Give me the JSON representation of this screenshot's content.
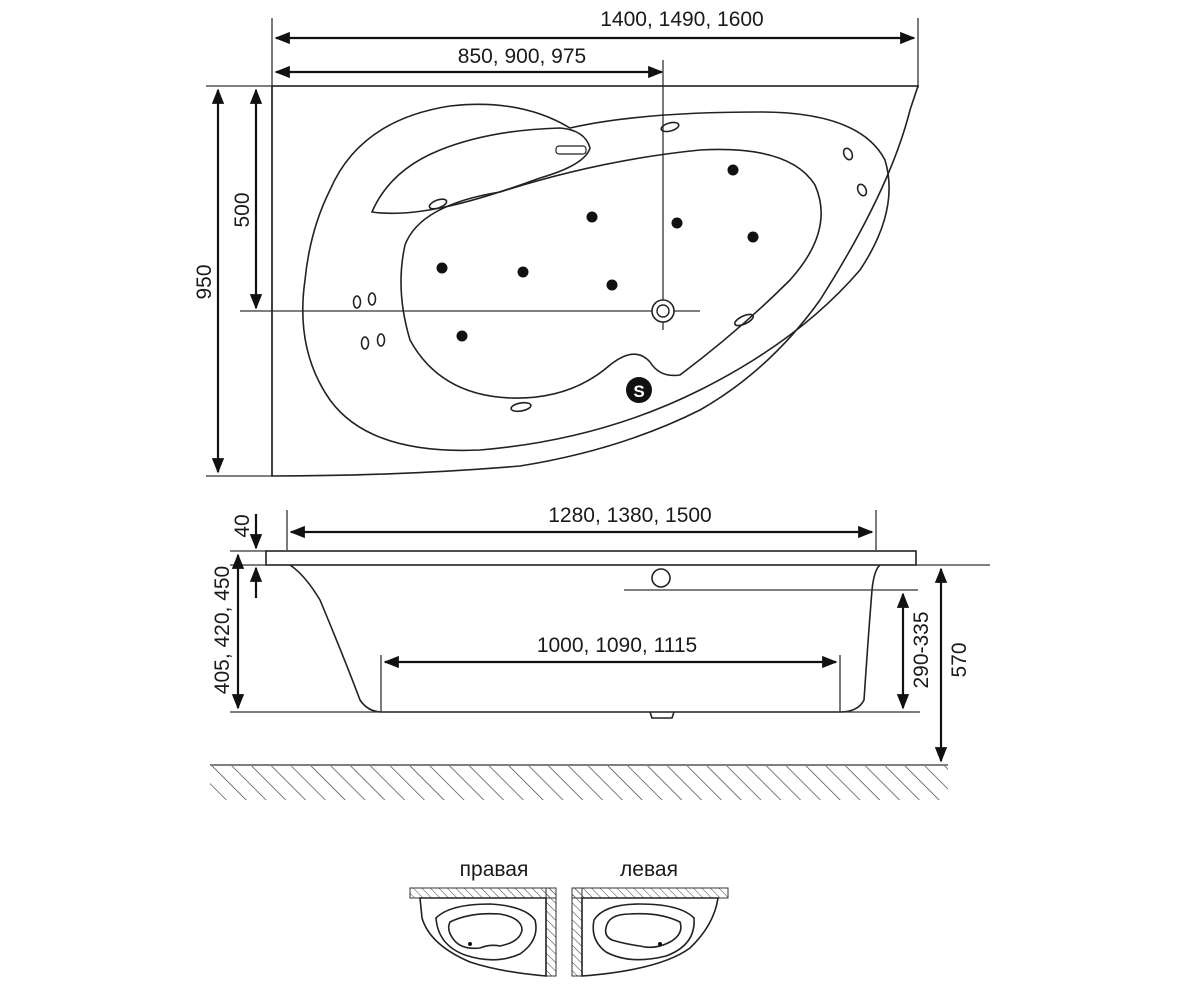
{
  "top_view": {
    "width_overall": "1400, 1490, 1600",
    "width_to_drain": "850, 900, 975",
    "depth_to_drain": "500",
    "depth_overall": "950",
    "corner_badge": "S"
  },
  "side_view": {
    "rim_width": "1280, 1380, 1500",
    "rim_thickness": "40",
    "bath_height": "405, 420, 450",
    "bottom_length": "1000, 1090, 1115",
    "overflow_height": "290-335",
    "total_height": "570"
  },
  "variants": {
    "right_label": "правая",
    "left_label": "левая"
  }
}
